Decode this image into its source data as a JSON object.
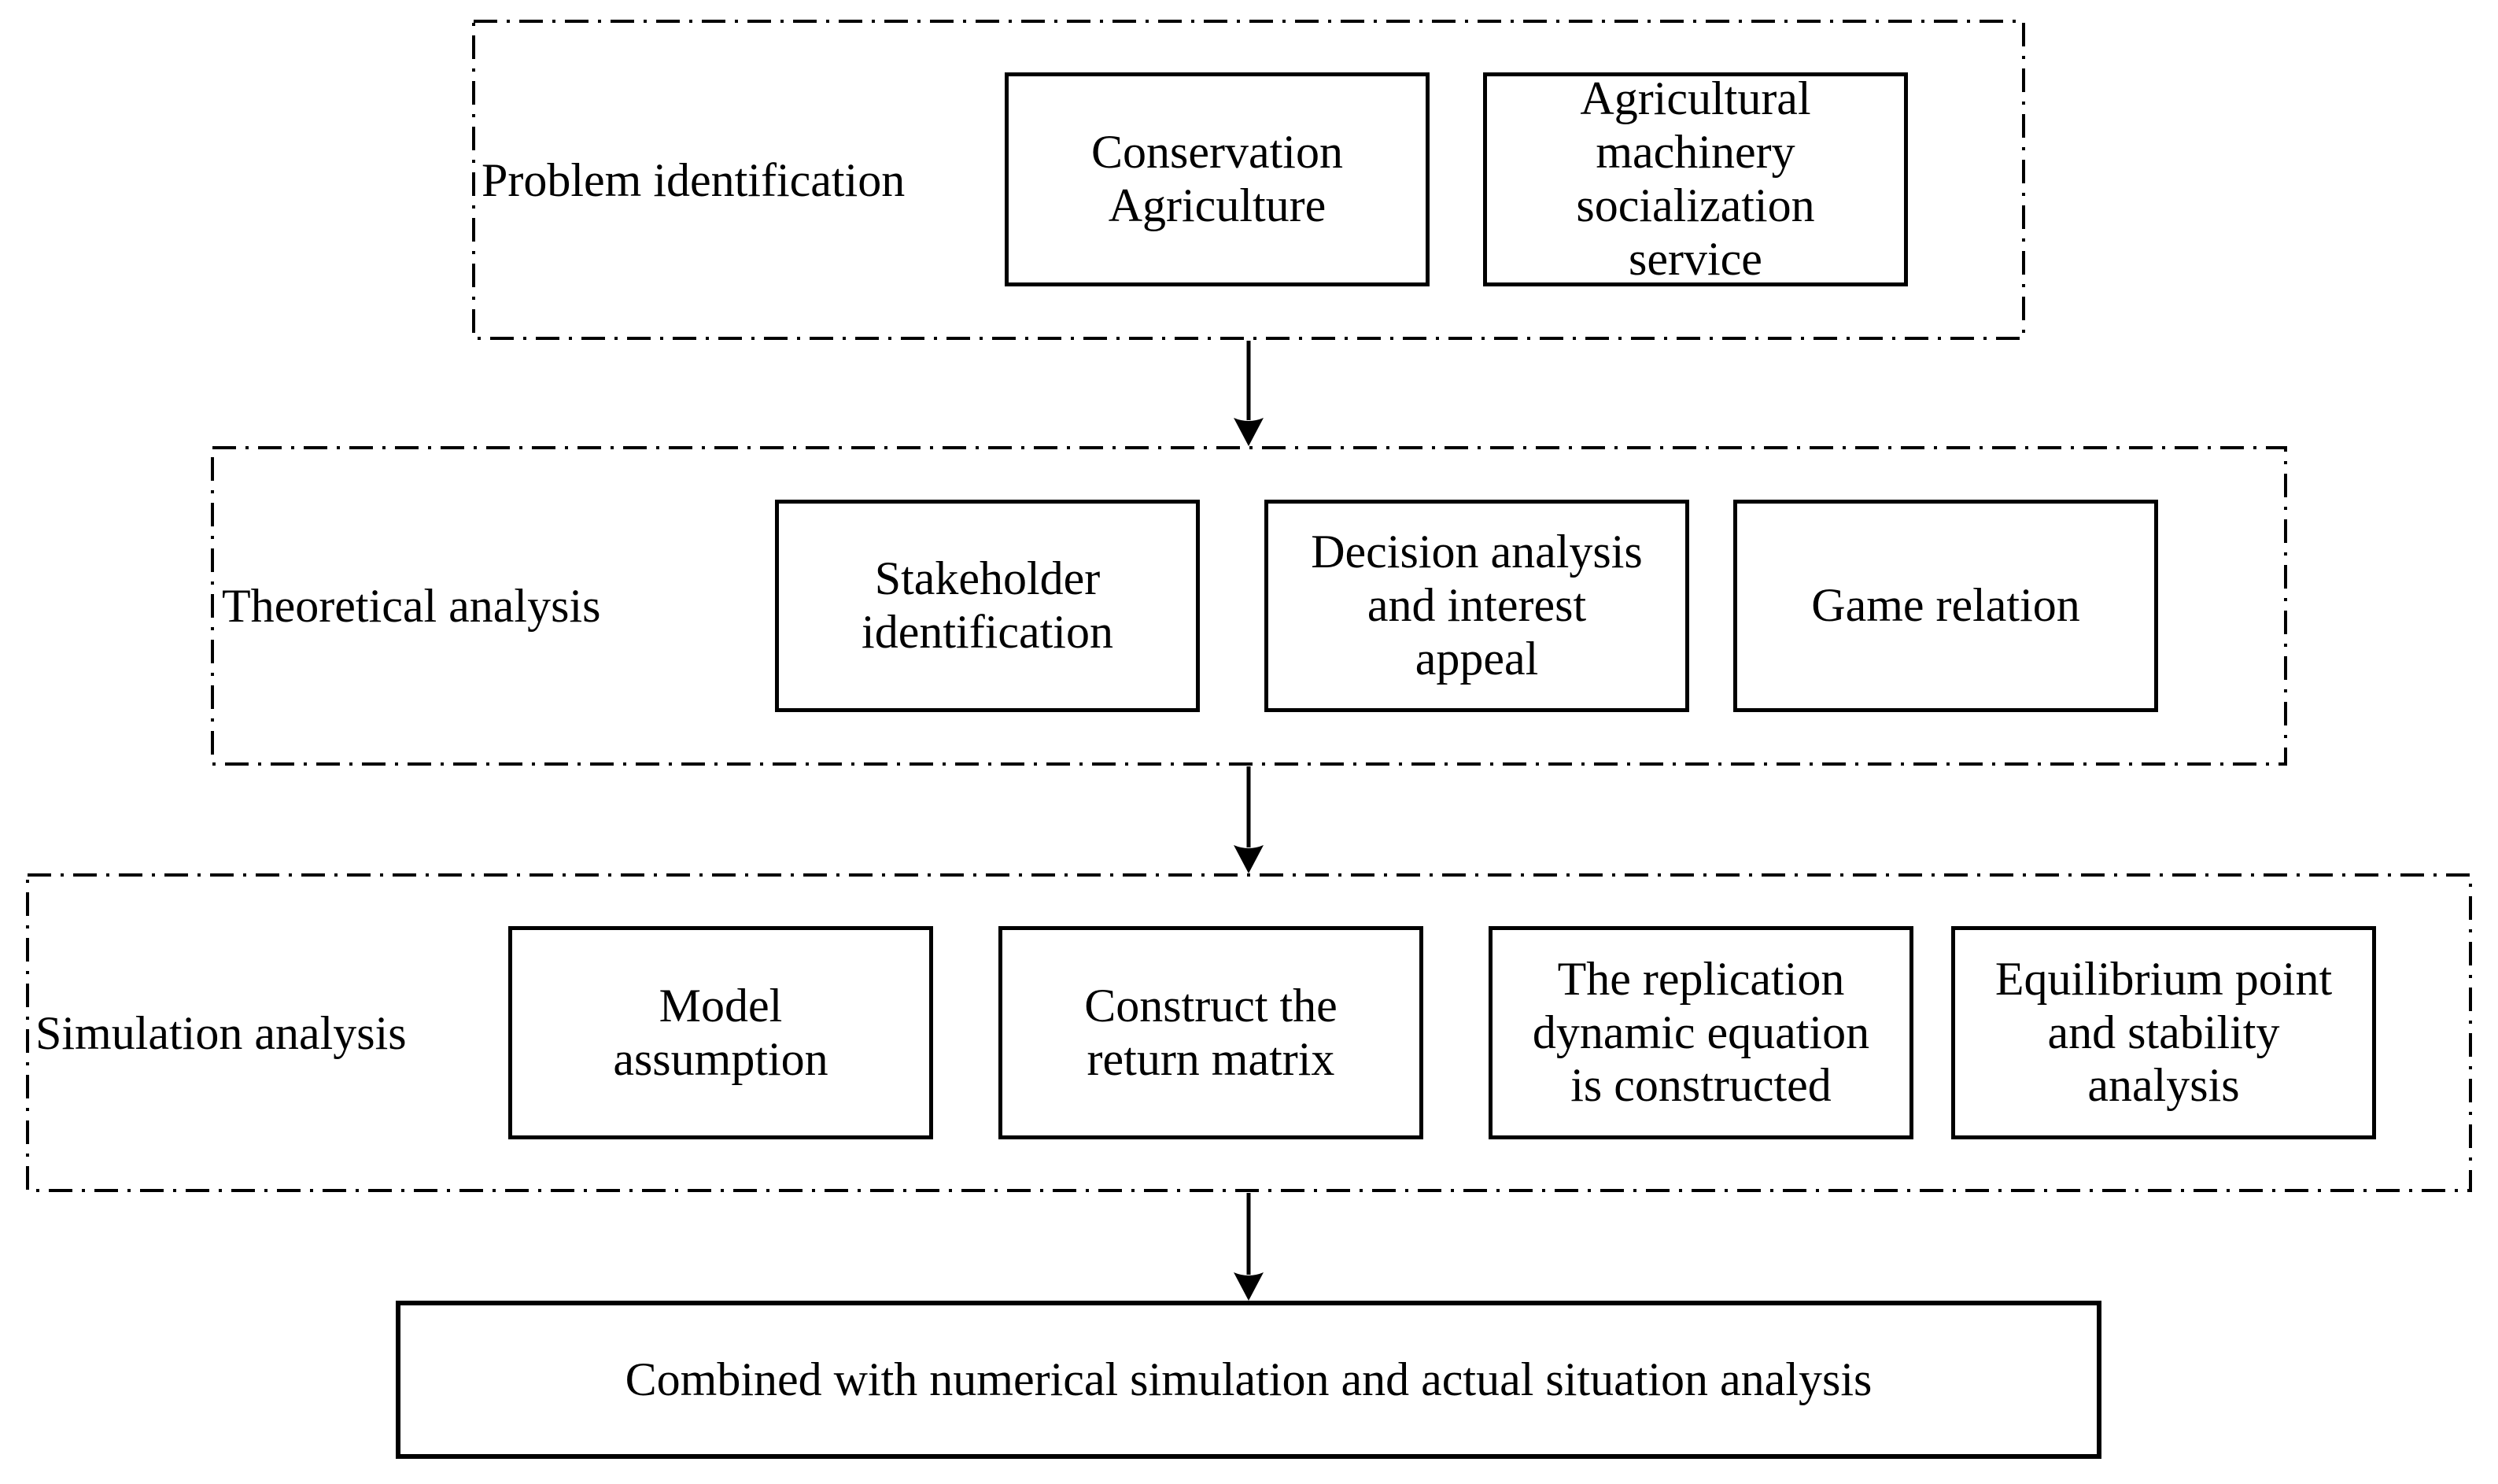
{
  "diagram": {
    "colors": {
      "line": "#000000",
      "background": "#ffffff"
    },
    "stages": [
      {
        "label": "Problem identification",
        "boxes": [
          "Conservation\nAgriculture",
          "Agricultural\nmachinery\nsocialization\nservice"
        ]
      },
      {
        "label": "Theoretical analysis",
        "boxes": [
          "Stakeholder\nidentification",
          "Decision analysis\nand interest\nappeal",
          "Game relation"
        ]
      },
      {
        "label": "Simulation analysis",
        "boxes": [
          "Model\nassumption",
          "Construct the\nreturn matrix",
          "The replication\ndynamic equation\nis constructed",
          "Equilibrium point\nand stability\nanalysis"
        ]
      }
    ],
    "final_box": "Combined with numerical simulation and actual situation analysis"
  }
}
